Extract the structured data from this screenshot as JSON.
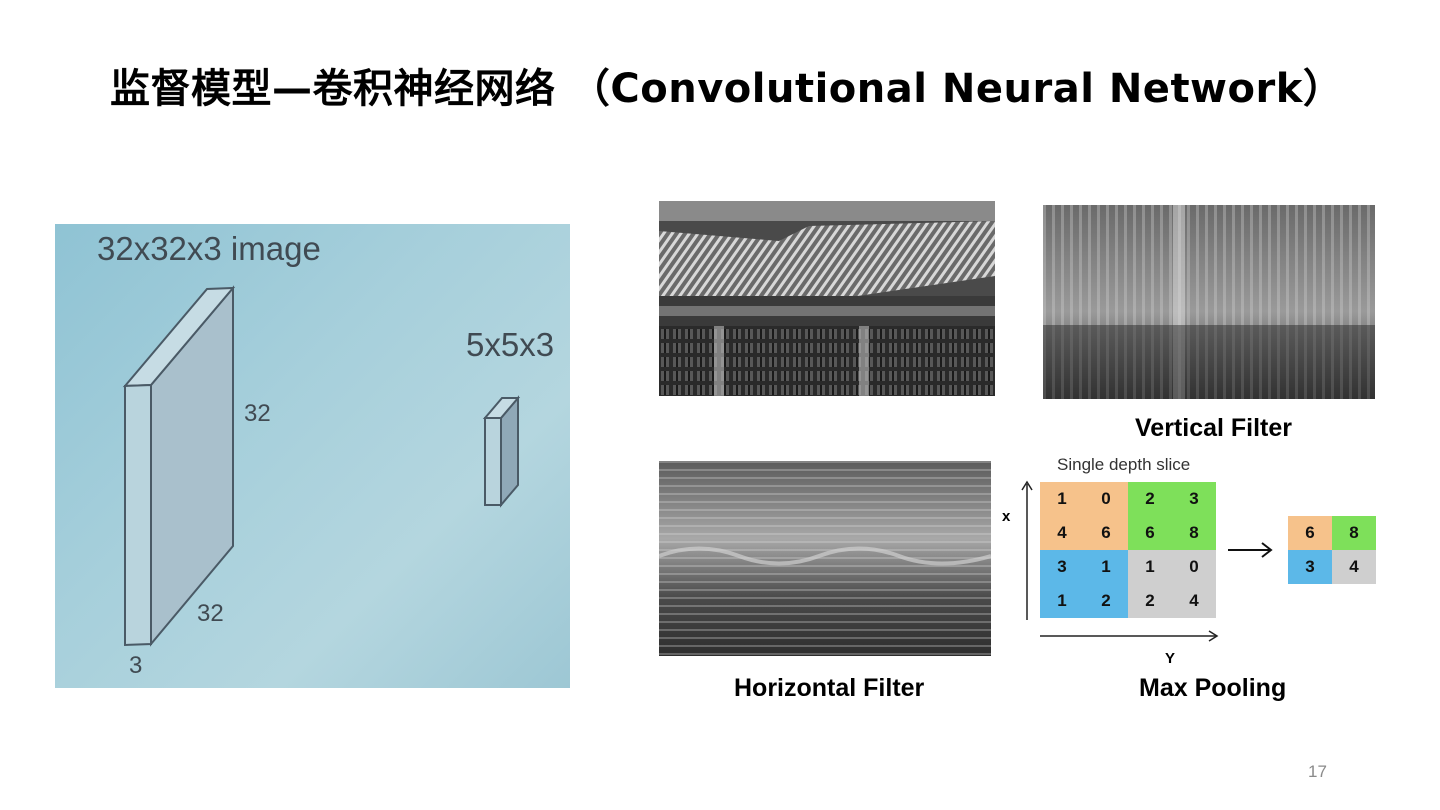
{
  "slide": {
    "title": "监督模型—卷积神经网络 （Convolutional Neural Network）",
    "page_number": "17"
  },
  "cnn_diagram": {
    "image_label": "32x32x3 image",
    "filter_label": "5x5x3",
    "height_label": "32",
    "width_label": "32",
    "depth_label": "3"
  },
  "captions": {
    "vertical": "Vertical Filter",
    "horizontal": "Horizontal Filter",
    "max_pooling": "Max Pooling"
  },
  "max_pooling": {
    "title": "Single depth slice",
    "x_axis": "x",
    "y_axis": "Y",
    "input": [
      [
        "1",
        "0",
        "2",
        "3"
      ],
      [
        "4",
        "6",
        "6",
        "8"
      ],
      [
        "3",
        "1",
        "1",
        "0"
      ],
      [
        "1",
        "2",
        "2",
        "4"
      ]
    ],
    "output": [
      [
        "6",
        "8"
      ],
      [
        "3",
        "4"
      ]
    ],
    "colors": {
      "orange": "#f6c28b",
      "green": "#7ee05a",
      "blue": "#5cb8e8",
      "gray": "#cfcfcf"
    }
  }
}
